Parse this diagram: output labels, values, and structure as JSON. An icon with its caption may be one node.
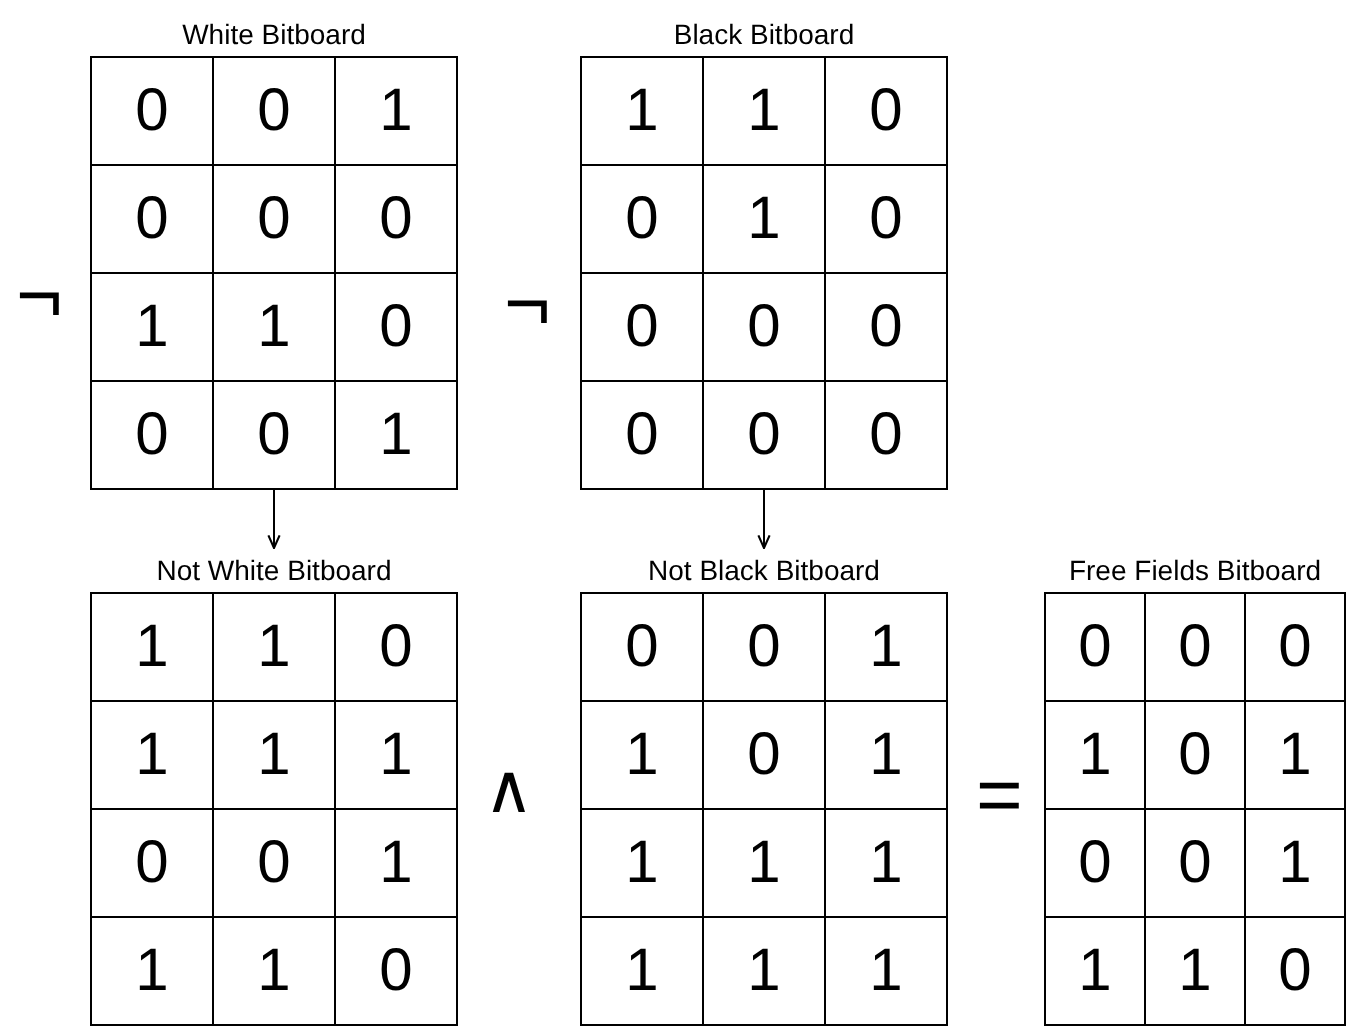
{
  "diagram": {
    "nodes": [
      {
        "text": [
          "White Bitboard",
          "0",
          "0",
          "1",
          "0",
          "0",
          "0",
          "1",
          "1",
          "0",
          "0",
          "0",
          "1"
        ]
      },
      {
        "text": [
          "Black Bitboard",
          "1",
          "1",
          "0",
          "0",
          "1",
          "0",
          "0",
          "0",
          "0",
          "0",
          "0",
          "0"
        ]
      },
      {
        "text": [
          "Not White Bitboard",
          "1",
          "1",
          "0",
          "1",
          "1",
          "1",
          "0",
          "0",
          "1",
          "1",
          "1",
          "0"
        ]
      },
      {
        "text": [
          "Not Black Bitboard",
          "0",
          "0",
          "1",
          "1",
          "0",
          "1",
          "1",
          "1",
          "1",
          "1",
          "1",
          "1"
        ]
      },
      {
        "text": [
          "Free Fields Bitboard",
          "0",
          "0",
          "0",
          "1",
          "0",
          "1",
          "0",
          "0",
          "1",
          "1",
          "1",
          "0"
        ]
      }
    ],
    "edges": [
      {
        "from": 0,
        "to": 2,
        "arrow": "to"
      },
      {
        "from": 1,
        "to": 3,
        "arrow": "to"
      }
    ],
    "labels": [
      "¬",
      "¬",
      "∧",
      "="
    ]
  }
}
